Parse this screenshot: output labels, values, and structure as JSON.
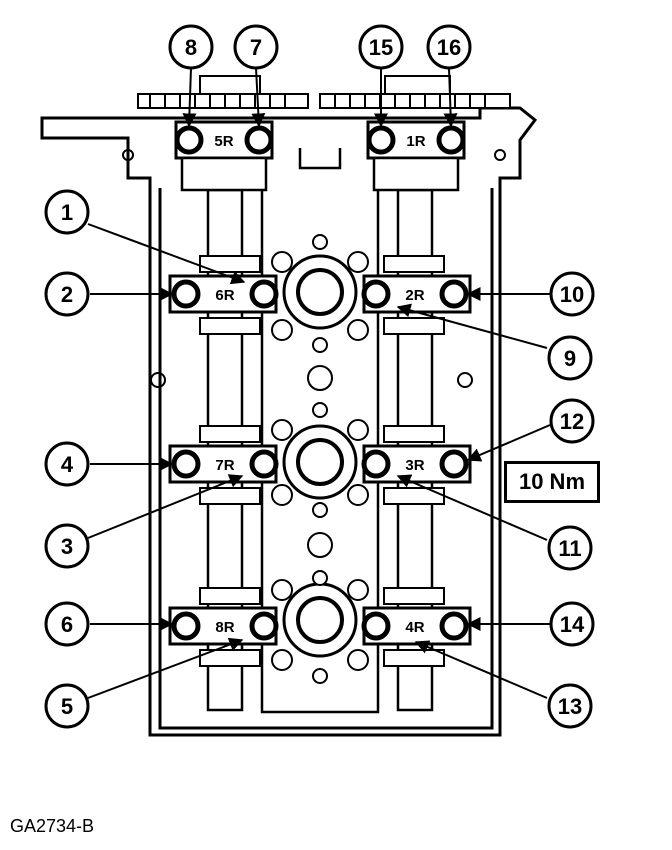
{
  "torque_spec": "10 Nm",
  "figure_id": "GA2734-B",
  "cap_labels": {
    "cap_5R": "5R",
    "cap_1R": "1R",
    "cap_6R": "6R",
    "cap_2R": "2R",
    "cap_7R": "7R",
    "cap_3R": "3R",
    "cap_8R": "8R",
    "cap_4R": "4R"
  },
  "callouts": {
    "n1": "1",
    "n2": "2",
    "n3": "3",
    "n4": "4",
    "n5": "5",
    "n6": "6",
    "n7": "7",
    "n8": "8",
    "n9": "9",
    "n10": "10",
    "n11": "11",
    "n12": "12",
    "n13": "13",
    "n14": "14",
    "n15": "15",
    "n16": "16"
  },
  "colors": {
    "ink": "#000000",
    "paper": "#ffffff",
    "shade": "#d9d9d9"
  }
}
